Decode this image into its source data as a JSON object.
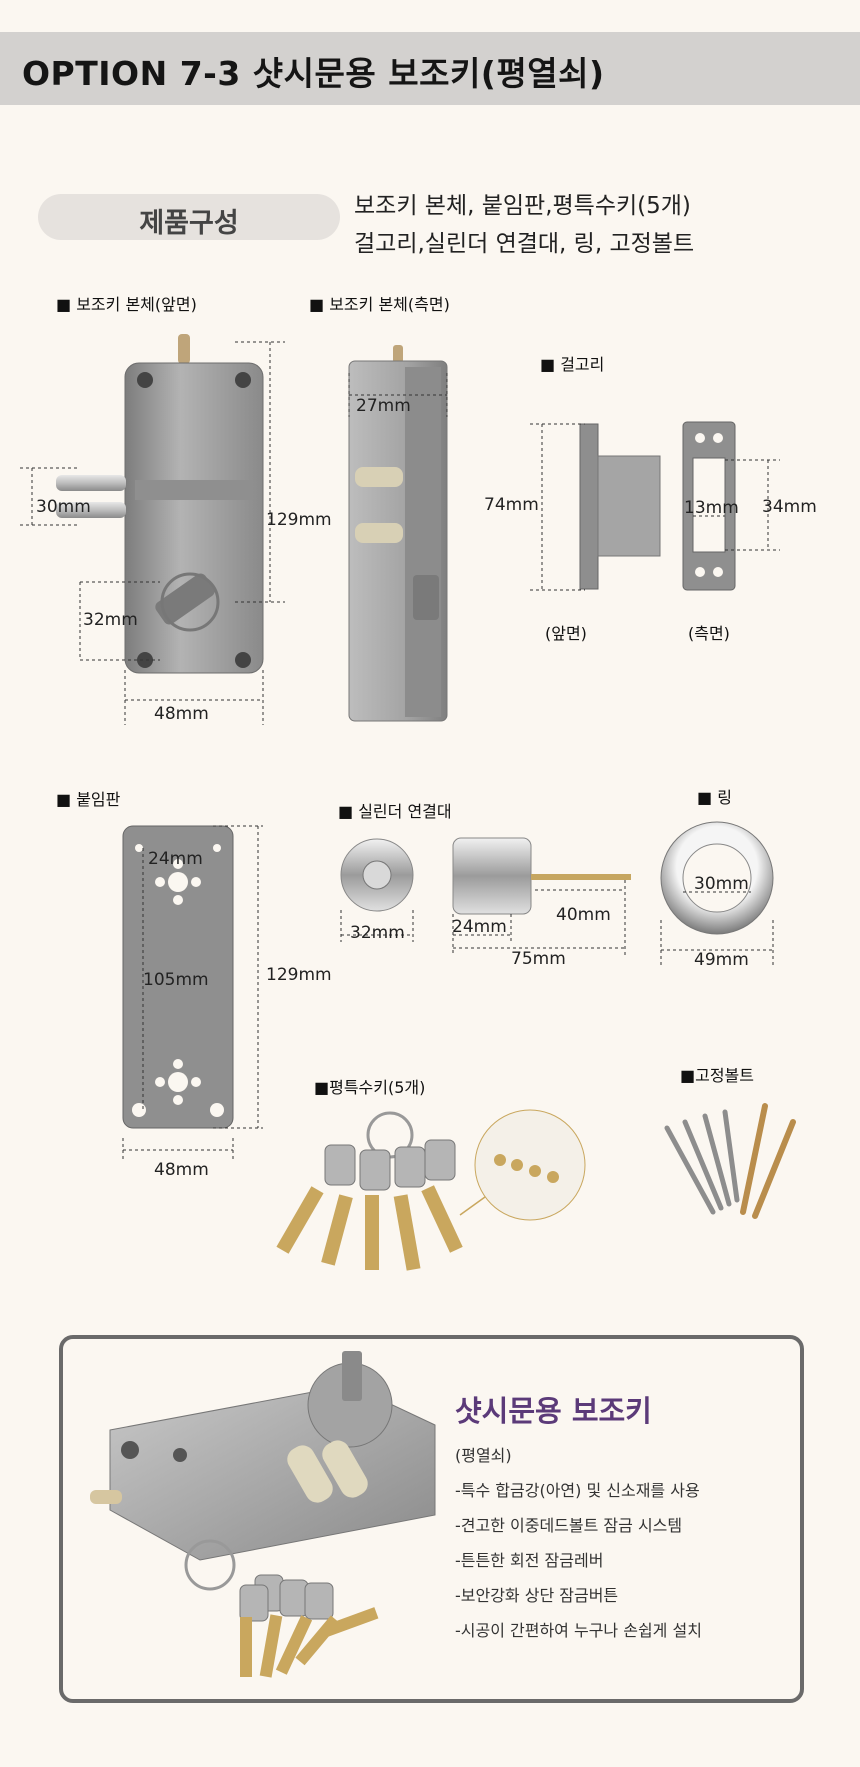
{
  "header": {
    "title": "OPTION 7-3 샷시문용 보조키(평열쇠)"
  },
  "composition": {
    "label": "제품구성",
    "line1": "보조키 본체, 붙임판,평특수키(5개)",
    "line2": "걸고리,실린더 연결대, 링, 고정볼트"
  },
  "parts": {
    "body_front": {
      "label": "■ 보조키 본체(앞면)",
      "dims": [
        "30mm",
        "129mm",
        "32mm",
        "48mm"
      ]
    },
    "body_side": {
      "label": "■ 보조키 본체(측면)",
      "dims": [
        "27mm"
      ]
    },
    "hook": {
      "label": "■ 걸고리",
      "dims": [
        "74mm",
        "13mm",
        "34mm"
      ],
      "front_caption": "(앞면)",
      "side_caption": "(측면)"
    },
    "plate": {
      "label": "■ 붙임판",
      "dims": [
        "24mm",
        "105mm",
        "129mm",
        "48mm"
      ]
    },
    "cylinder": {
      "label": "■ 실린더 연결대",
      "dims": [
        "32mm",
        "24mm",
        "40mm",
        "75mm"
      ]
    },
    "ring": {
      "label": "■ 링",
      "dims": [
        "30mm",
        "49mm"
      ]
    },
    "keys": {
      "label": "■평특수키(5개)"
    },
    "bolts": {
      "label": "■고정볼트"
    }
  },
  "feature": {
    "title": "샷시문용 보조키",
    "lines": [
      "(평열쇠)",
      "-특수 합금강(아연) 및 신소재를 사용",
      "-견고한 이중데드볼트 잠금 시스템",
      "-튼튼한 회전 잠금레버",
      "-보안강화 상단 잠금버튼",
      "-시공이 간편하여 누구나 손쉽게 설치"
    ]
  },
  "colors": {
    "header_bg": "#d3d1cf",
    "page_bg": "#fbf7f1",
    "accent": "#5b3a79",
    "metal": "#9a9a9a"
  }
}
